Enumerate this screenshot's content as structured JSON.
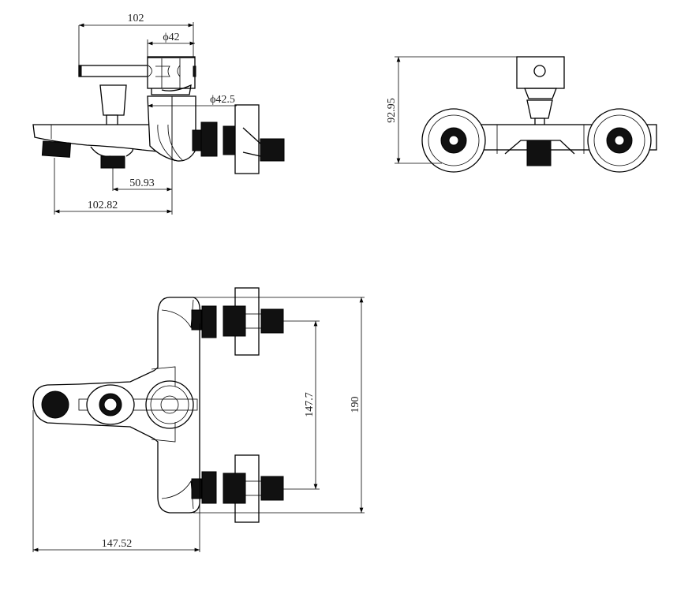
{
  "drawing": {
    "side_view": {
      "dimensions": {
        "handle_length": "102",
        "cap_diameter": "ϕ42",
        "body_diameter": "ϕ42.5",
        "outlet_offset": "50.93",
        "spout_reach": "102.82"
      }
    },
    "front_view": {
      "dimensions": {
        "height": "92.95"
      }
    },
    "plan_view": {
      "dimensions": {
        "inlet_centers": "147.7",
        "overall_width": "190",
        "overall_depth": "147.52"
      }
    }
  }
}
